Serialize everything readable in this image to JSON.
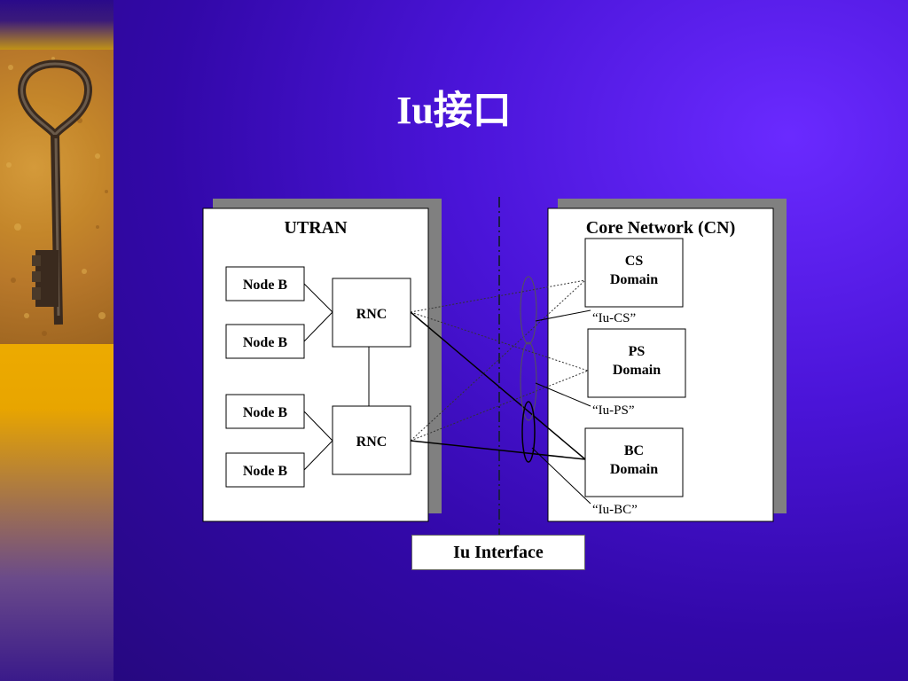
{
  "slide": {
    "title": "Iu接口",
    "iu_interface_label": "Iu Interface"
  },
  "utran": {
    "label": "UTRAN",
    "node_b_label": "Node B",
    "rnc_label": "RNC"
  },
  "core_network": {
    "label": "Core Network (CN)",
    "domains": [
      {
        "line1": "CS",
        "line2": "Domain",
        "interface": "“Iu-CS”"
      },
      {
        "line1": "PS",
        "line2": "Domain",
        "interface": "“Iu-PS”"
      },
      {
        "line1": "BC",
        "line2": "Domain",
        "interface": "“Iu-BC”"
      }
    ]
  }
}
